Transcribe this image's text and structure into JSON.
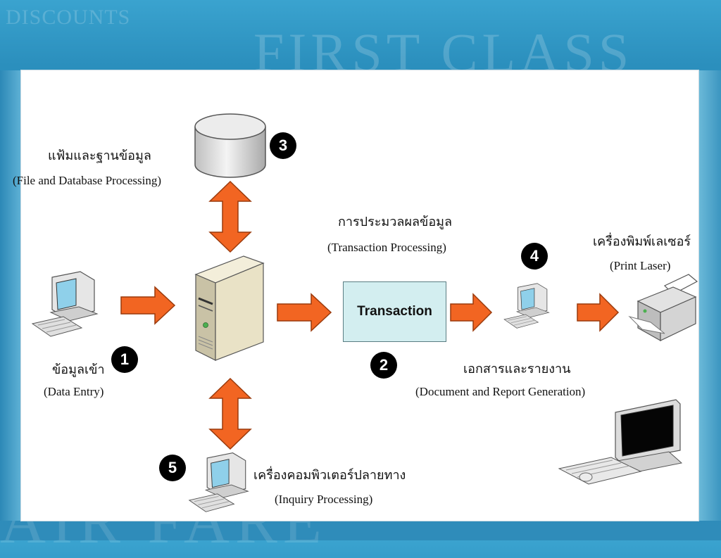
{
  "background": {
    "watermark_small": "DISCOUNTS",
    "watermark_large": "FIRST CLASS",
    "watermark_bottom": "AIR FARE"
  },
  "colors": {
    "arrow": "#f26522",
    "arrow_stroke": "#9a3a0c",
    "transaction_box": "#d3eef0",
    "badge": "#000000"
  },
  "nodes": {
    "database": {
      "icon": "database-cylinder-icon",
      "label_th": "แฟ้มและฐานข้อมูล",
      "label_en": "(File and Database  Processing)",
      "step": "3"
    },
    "data_entry": {
      "icon": "desktop-computer-icon",
      "label_th": "ข้อมูลเข้า",
      "label_en": "(Data Entry)",
      "step": "1"
    },
    "server": {
      "icon": "server-tower-icon"
    },
    "transaction": {
      "box_label": "Transaction",
      "label_th": "การประมวลผลข้อมูล",
      "label_en": "(Transaction  Processing)",
      "step": "2"
    },
    "report": {
      "icon": "desktop-computer-icon",
      "label_th": "เอกสารและรายงาน",
      "label_en": "(Document and Report  Generation)",
      "step": "4"
    },
    "printer": {
      "icon": "laser-printer-icon",
      "label_th": "เครื่องพิมพ์เลเซอร์",
      "label_en": "(Print Laser)"
    },
    "inquiry": {
      "icon": "desktop-computer-icon",
      "label_th": "เครื่องคอมพิวเตอร์ปลายทาง",
      "label_en": "(Inquiry  Processing)",
      "step": "5"
    },
    "decor_computer": {
      "icon": "crt-monitor-keyboard-icon"
    }
  }
}
